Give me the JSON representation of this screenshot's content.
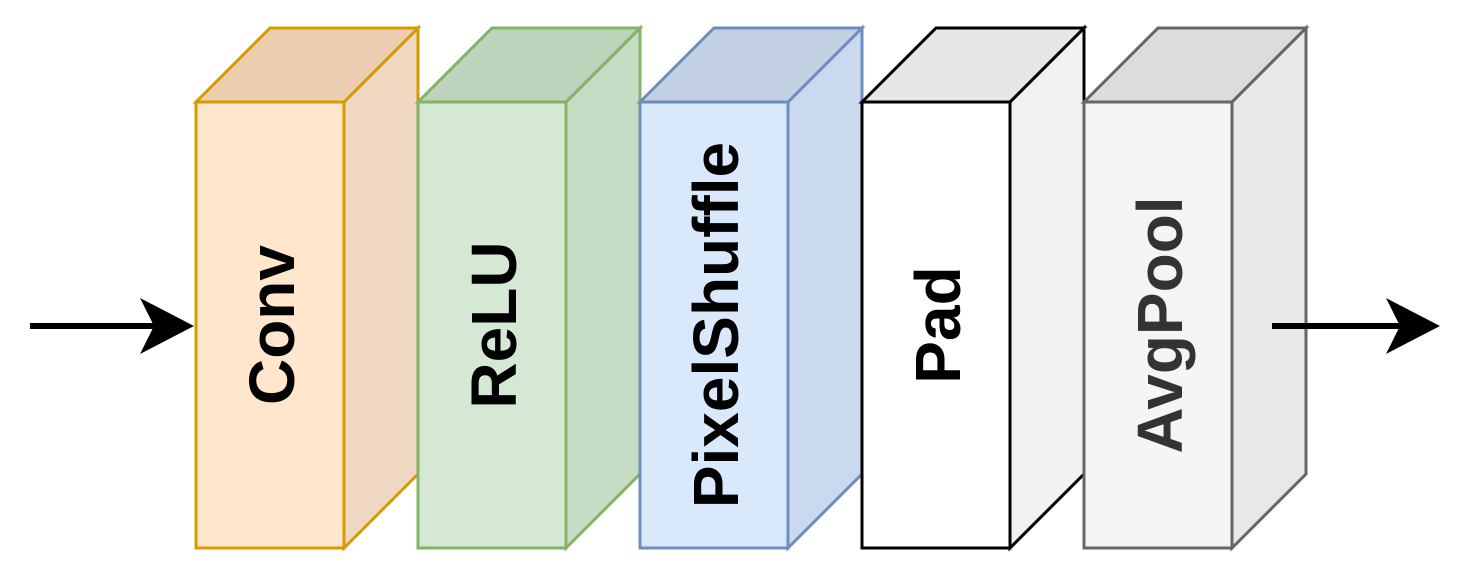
{
  "blocks": [
    {
      "id": "conv",
      "label": "Conv",
      "colors": {
        "front": "#ffe6cc",
        "top": "#edceb1",
        "side": "#f1d8c0",
        "stroke": "#d79b00",
        "text": "#000000"
      }
    },
    {
      "id": "relu",
      "label": "ReLU",
      "colors": {
        "front": "#d5e8d4",
        "top": "#bdd3bc",
        "side": "#c6dcc4",
        "stroke": "#82b366",
        "text": "#000000"
      }
    },
    {
      "id": "pixelshuffle",
      "label": "PixelShuffle",
      "colors": {
        "front": "#dae8fc",
        "top": "#c3d0e3",
        "side": "#cbd9ee",
        "stroke": "#6c8ebf",
        "text": "#000000"
      }
    },
    {
      "id": "pad",
      "label": "Pad",
      "colors": {
        "front": "#ffffff",
        "top": "#e6e6e6",
        "side": "#f2f2f2",
        "stroke": "#000000",
        "text": "#000000"
      }
    },
    {
      "id": "avgpool",
      "label": "AvgPool",
      "colors": {
        "front": "#f5f5f5",
        "top": "#dcdcdc",
        "side": "#e8e8e8",
        "stroke": "#666666",
        "text": "#333333"
      }
    }
  ],
  "arrows": [
    {
      "id": "input-arrow",
      "color": "#000000"
    },
    {
      "id": "output-arrow",
      "color": "#000000"
    }
  ]
}
